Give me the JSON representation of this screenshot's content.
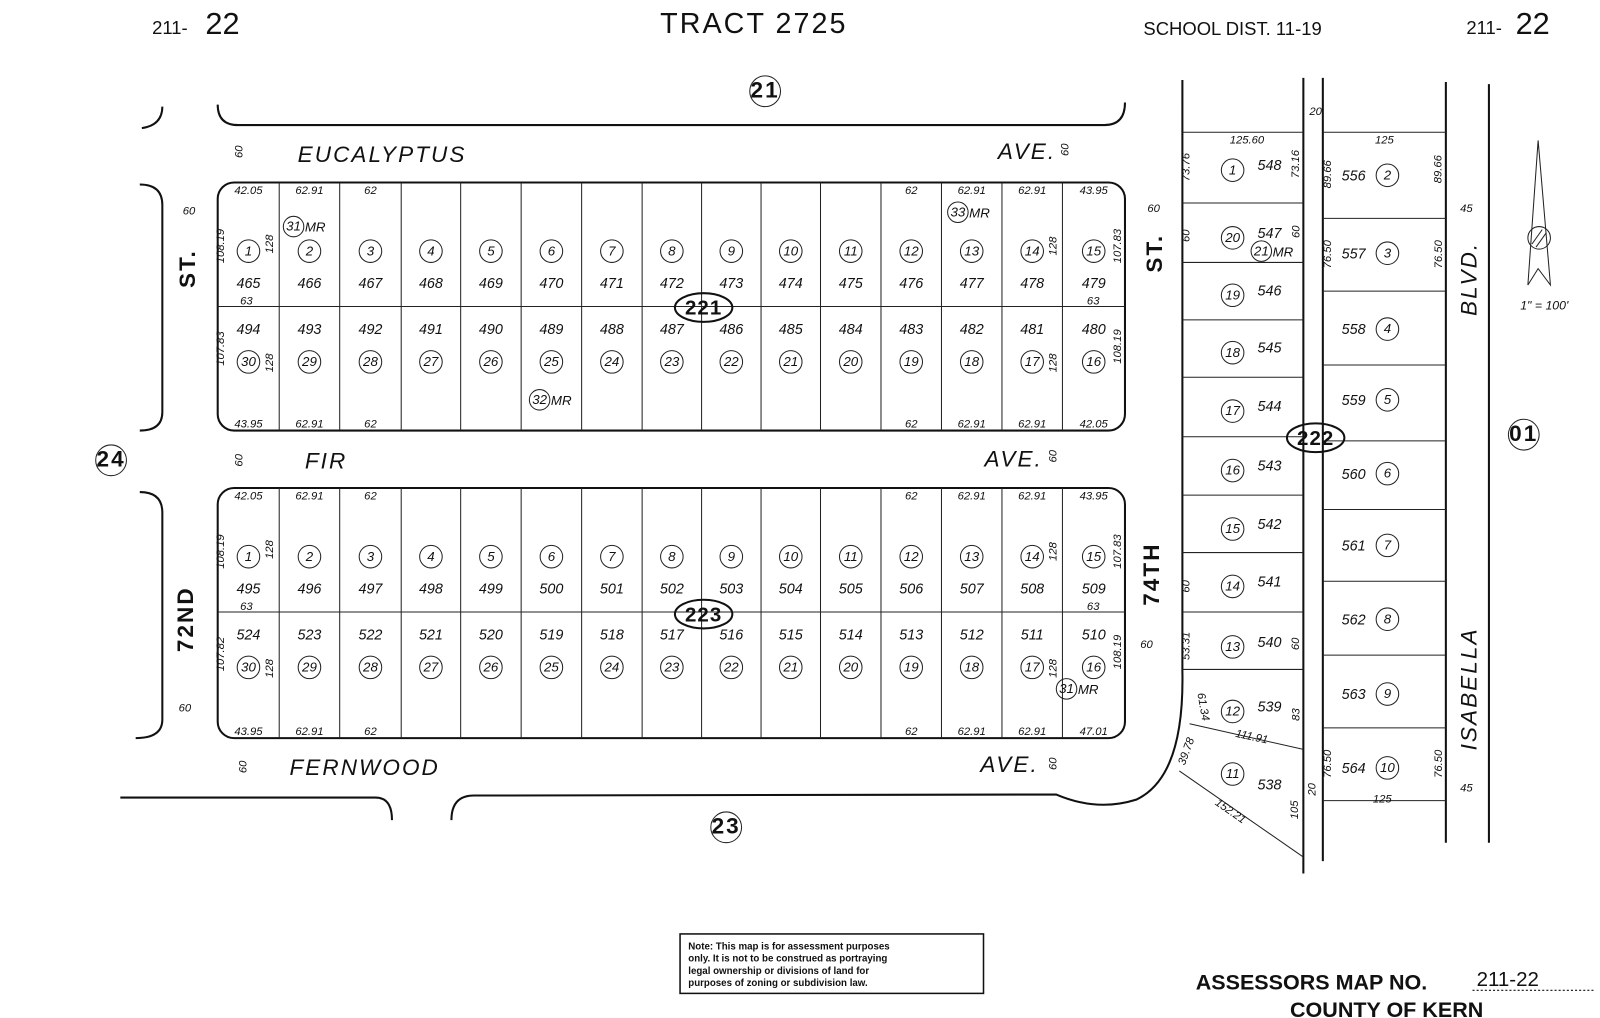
{
  "header": {
    "sheet_left": {
      "prefix": "211-",
      "suffix": "22"
    },
    "title": "TRACT 2725",
    "school_district": "SCHOOL DIST. 11-19",
    "sheet_right": {
      "prefix": "211-",
      "suffix": "22"
    }
  },
  "streets": {
    "eucalyptus": {
      "name": "EUCALYPTUS",
      "suffix": "AVE."
    },
    "fir": {
      "name": "FIR",
      "suffix": "AVE."
    },
    "fernwood": {
      "name": "FERNWOOD",
      "suffix": "AVE."
    },
    "st72": {
      "name": "72ND",
      "suffix": "ST."
    },
    "st74": {
      "name": "74TH",
      "suffix": "ST."
    },
    "isabella": {
      "name": "ISABELLA",
      "suffix": "BLVD."
    }
  },
  "street_widths": [
    "60",
    "60",
    "60",
    "60",
    "60",
    "60",
    "60",
    "60",
    "60",
    "60"
  ],
  "adjacent_maps": {
    "north": "21",
    "west": "24",
    "south": "23",
    "east": "01"
  },
  "blocks": [
    {
      "id": "221",
      "lots_north": [
        {
          "lot": "1",
          "parcel": "465"
        },
        {
          "lot": "2",
          "parcel": "466"
        },
        {
          "lot": "3",
          "parcel": "467"
        },
        {
          "lot": "4",
          "parcel": "468"
        },
        {
          "lot": "5",
          "parcel": "469"
        },
        {
          "lot": "6",
          "parcel": "470"
        },
        {
          "lot": "7",
          "parcel": "471"
        },
        {
          "lot": "8",
          "parcel": "472"
        },
        {
          "lot": "9",
          "parcel": "473"
        },
        {
          "lot": "10",
          "parcel": "474"
        },
        {
          "lot": "11",
          "parcel": "475"
        },
        {
          "lot": "12",
          "parcel": "476"
        },
        {
          "lot": "13",
          "parcel": "477"
        },
        {
          "lot": "14",
          "parcel": "478"
        },
        {
          "lot": "15",
          "parcel": "479"
        }
      ],
      "lots_south": [
        {
          "lot": "30",
          "parcel": "494"
        },
        {
          "lot": "29",
          "parcel": "493"
        },
        {
          "lot": "28",
          "parcel": "492"
        },
        {
          "lot": "27",
          "parcel": "491"
        },
        {
          "lot": "26",
          "parcel": "490"
        },
        {
          "lot": "25",
          "parcel": "489"
        },
        {
          "lot": "24",
          "parcel": "488"
        },
        {
          "lot": "23",
          "parcel": "487"
        },
        {
          "lot": "22",
          "parcel": "486"
        },
        {
          "lot": "21",
          "parcel": "485"
        },
        {
          "lot": "20",
          "parcel": "484"
        },
        {
          "lot": "19",
          "parcel": "483"
        },
        {
          "lot": "18",
          "parcel": "482"
        },
        {
          "lot": "17",
          "parcel": "481"
        },
        {
          "lot": "16",
          "parcel": "480"
        }
      ],
      "dims_top": [
        "42.05",
        "62.91",
        "62",
        "62",
        "62.91",
        "62.91",
        "43.95"
      ],
      "dims_bottom": [
        "43.95",
        "62.91",
        "62",
        "62",
        "62.91",
        "62.91",
        "42.05"
      ],
      "dims_side": [
        "108.19",
        "128",
        "63",
        "107.83",
        "128",
        "128",
        "107.83",
        "63",
        "128",
        "108.19"
      ]
    },
    {
      "id": "223",
      "lots_north": [
        {
          "lot": "1",
          "parcel": "495"
        },
        {
          "lot": "2",
          "parcel": "496"
        },
        {
          "lot": "3",
          "parcel": "497"
        },
        {
          "lot": "4",
          "parcel": "498"
        },
        {
          "lot": "5",
          "parcel": "499"
        },
        {
          "lot": "6",
          "parcel": "500"
        },
        {
          "lot": "7",
          "parcel": "501"
        },
        {
          "lot": "8",
          "parcel": "502"
        },
        {
          "lot": "9",
          "parcel": "503"
        },
        {
          "lot": "10",
          "parcel": "504"
        },
        {
          "lot": "11",
          "parcel": "505"
        },
        {
          "lot": "12",
          "parcel": "506"
        },
        {
          "lot": "13",
          "parcel": "507"
        },
        {
          "lot": "14",
          "parcel": "508"
        },
        {
          "lot": "15",
          "parcel": "509"
        }
      ],
      "lots_south": [
        {
          "lot": "30",
          "parcel": "524"
        },
        {
          "lot": "29",
          "parcel": "523"
        },
        {
          "lot": "28",
          "parcel": "522"
        },
        {
          "lot": "27",
          "parcel": "521"
        },
        {
          "lot": "26",
          "parcel": "520"
        },
        {
          "lot": "25",
          "parcel": "519"
        },
        {
          "lot": "24",
          "parcel": "518"
        },
        {
          "lot": "23",
          "parcel": "517"
        },
        {
          "lot": "22",
          "parcel": "516"
        },
        {
          "lot": "21",
          "parcel": "515"
        },
        {
          "lot": "20",
          "parcel": "514"
        },
        {
          "lot": "19",
          "parcel": "513"
        },
        {
          "lot": "18",
          "parcel": "512"
        },
        {
          "lot": "17",
          "parcel": "511"
        },
        {
          "lot": "16",
          "parcel": "510"
        }
      ],
      "dims_top": [
        "42.05",
        "62.91",
        "62",
        "62",
        "62.91",
        "62.91",
        "43.95"
      ],
      "dims_bottom": [
        "43.95",
        "62.91",
        "62",
        "62",
        "62.91",
        "62.91",
        "47.01"
      ],
      "dims_side": [
        "108.19",
        "128",
        "63",
        "107.82",
        "128",
        "128",
        "107.83",
        "63",
        "128",
        "108.19"
      ]
    },
    {
      "id": "222",
      "lots_west": [
        {
          "lot": "1",
          "parcel": "548"
        },
        {
          "lot": "20",
          "parcel": "547"
        },
        {
          "lot": "19",
          "parcel": "546"
        },
        {
          "lot": "18",
          "parcel": "545"
        },
        {
          "lot": "17",
          "parcel": "544"
        },
        {
          "lot": "16",
          "parcel": "543"
        },
        {
          "lot": "15",
          "parcel": "542"
        },
        {
          "lot": "14",
          "parcel": "541"
        },
        {
          "lot": "13",
          "parcel": "540"
        },
        {
          "lot": "12",
          "parcel": "539"
        },
        {
          "lot": "11",
          "parcel": "538"
        }
      ],
      "lots_east": [
        {
          "lot": "2",
          "parcel": "556"
        },
        {
          "lot": "3",
          "parcel": "557"
        },
        {
          "lot": "4",
          "parcel": "558"
        },
        {
          "lot": "5",
          "parcel": "559"
        },
        {
          "lot": "6",
          "parcel": "560"
        },
        {
          "lot": "7",
          "parcel": "561"
        },
        {
          "lot": "8",
          "parcel": "562"
        },
        {
          "lot": "9",
          "parcel": "563"
        },
        {
          "lot": "10",
          "parcel": "564"
        }
      ],
      "dims": [
        "125.60",
        "125",
        "73.76",
        "73.16",
        "89.66",
        "89.66",
        "60",
        "60",
        "76.50",
        "76.50",
        "20",
        "45",
        "60",
        "53.31",
        "60",
        "61.34",
        "83",
        "111.91",
        "39.78",
        "152.21",
        "105",
        "20",
        "76.50",
        "76.50",
        "125",
        "45"
      ]
    }
  ],
  "merged_lots": [
    {
      "lot": "31",
      "suffix": "MR"
    },
    {
      "lot": "33",
      "suffix": "MR"
    },
    {
      "lot": "32",
      "suffix": "MR"
    },
    {
      "lot": "31",
      "suffix": "MR"
    },
    {
      "lot": "21",
      "suffix": "MR"
    }
  ],
  "scale": "1\" = 100'",
  "note": [
    "Note: This map is for assessment purposes",
    "only. It is not to be construed as portraying",
    "legal ownership or divisions of land for",
    "purposes of zoning or subdivision law."
  ],
  "footer": {
    "map_no_label": "ASSESSORS MAP NO.",
    "map_no": "211-22",
    "county": "COUNTY OF KERN"
  }
}
